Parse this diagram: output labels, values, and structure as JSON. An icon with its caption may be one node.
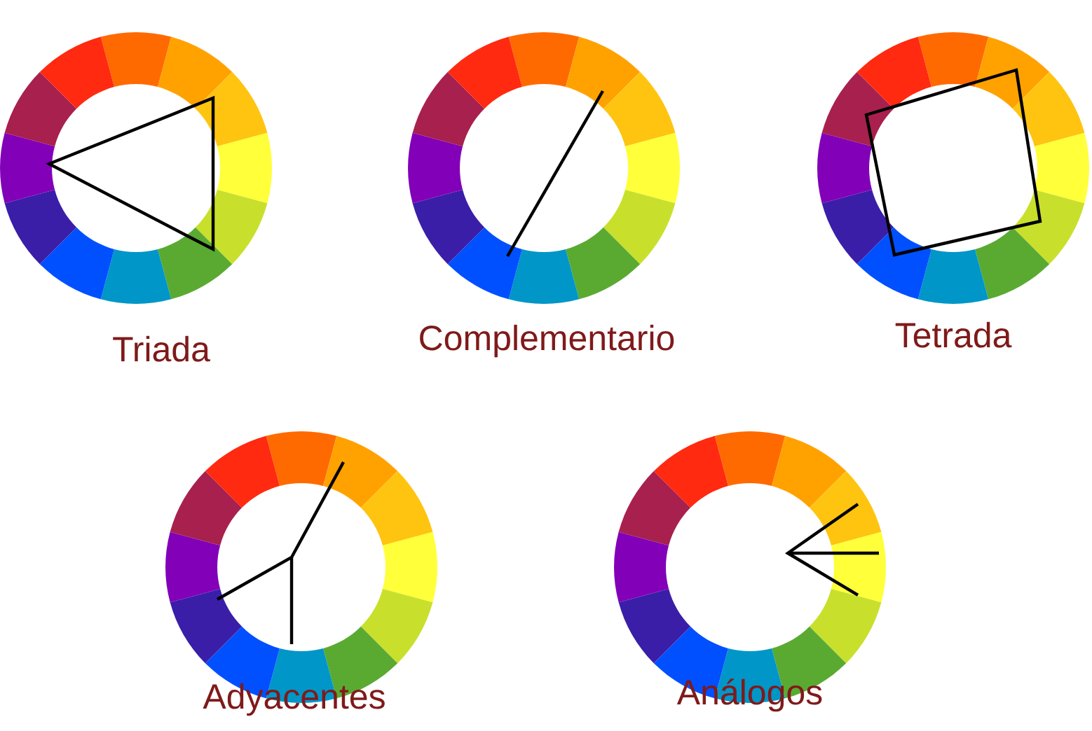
{
  "diagram": {
    "labels": [
      "Triada",
      "Complementario",
      "Tetrada",
      "Adyacentes",
      "Análogos"
    ]
  }
}
